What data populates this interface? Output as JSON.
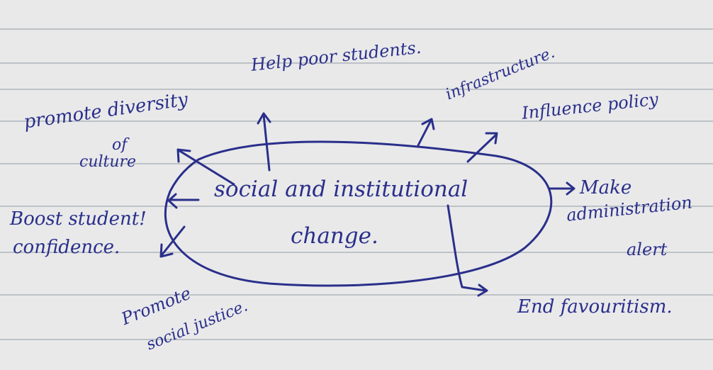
{
  "center": {
    "line1": "social and institutional",
    "line2": "change."
  },
  "branches": {
    "help_poor": "Help poor students.",
    "infrastructure": "infrastructure.",
    "influence_policy": "Influence policy",
    "promote_diversity_1": "promote diversity",
    "promote_diversity_2": "of",
    "promote_diversity_3": "culture",
    "boost_1": "Boost student!",
    "boost_2": "confidence.",
    "make_1": "Make",
    "make_2": "administration",
    "make_3": "alert",
    "end_fav": "End favouritism.",
    "promote_soc_1": "Promote",
    "promote_soc_2": "social justice."
  },
  "colors": {
    "ink": "#2a2f8a",
    "paper": "#e9e9ea",
    "rule": "#a9b0b6"
  }
}
